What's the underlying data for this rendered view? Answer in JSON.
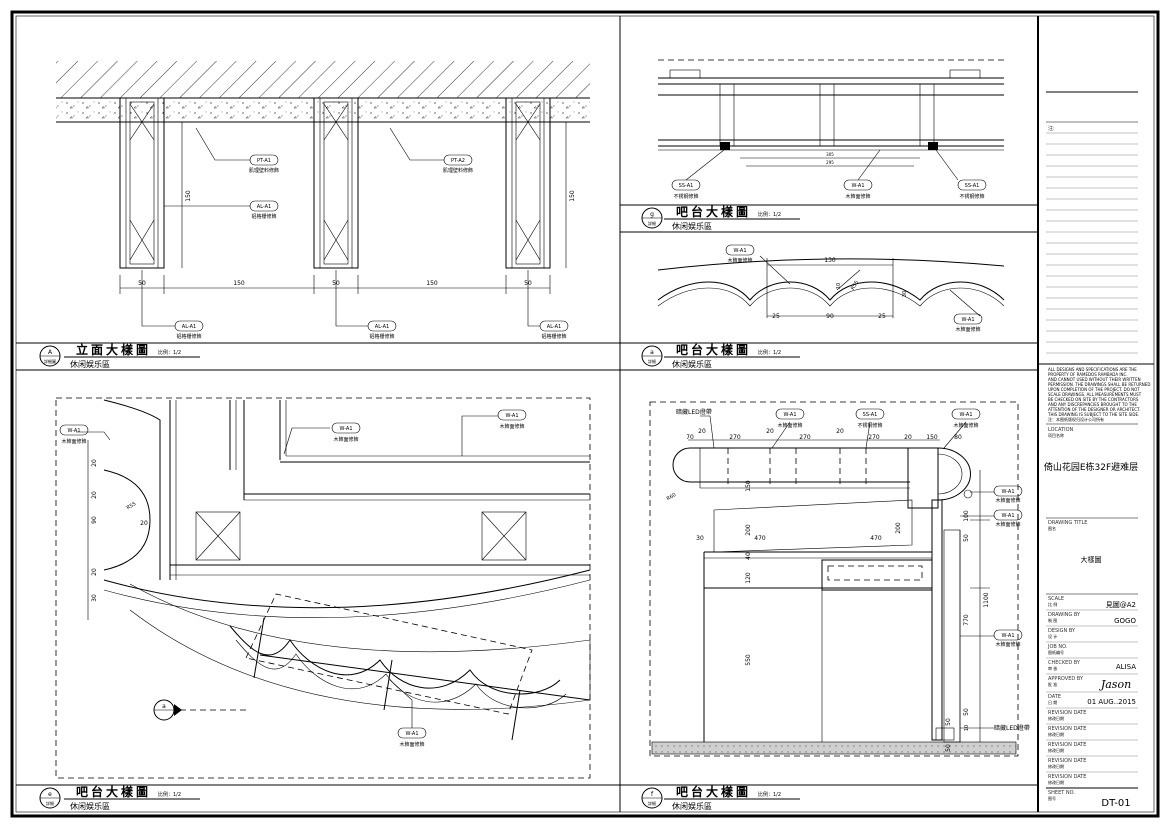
{
  "panels": {
    "A": {
      "title": "立面大樣圖",
      "scale": "比例：1/2",
      "subtitle": "休闲娱乐區",
      "bubble_letter": "A",
      "bubble_sheet": "詳細圖",
      "tags": [
        {
          "code": "PT-A1",
          "desc": "肌理壁料修飾"
        },
        {
          "code": "PT-A2",
          "desc": "肌理壁料修飾"
        },
        {
          "code": "AL-A1",
          "desc": "铝格栅修飾"
        },
        {
          "code": "AL-A1",
          "desc": "铝格栅修飾"
        },
        {
          "code": "AL-A1",
          "desc": "铝格栅修飾"
        },
        {
          "code": "AL-A1",
          "desc": "铝格栅修飾"
        }
      ],
      "dims": [
        "50",
        "150",
        "50",
        "150",
        "50",
        "150",
        "150"
      ]
    },
    "g": {
      "title": "吧台大樣圖",
      "scale": "比例：1/2",
      "subtitle": "休闲娱乐區",
      "bubble_letter": "g",
      "bubble_sheet": "詳細",
      "tags": [
        {
          "code": "SS-A1",
          "desc": "不锈钢修飾"
        },
        {
          "code": "W-A1",
          "desc": "木飾面修飾"
        },
        {
          "code": "SS-A1",
          "desc": "不锈钢修飾"
        }
      ],
      "dims": [
        "305",
        "295"
      ]
    },
    "a": {
      "title": "吧台大樣圖",
      "scale": "比例：1/2",
      "subtitle": "休闲娱乐區",
      "bubble_letter": "a",
      "bubble_sheet": "詳細",
      "tags": [
        {
          "code": "W-A1",
          "desc": "木飾面修飾"
        },
        {
          "code": "W-A1",
          "desc": "木飾面修飾"
        }
      ],
      "dims": [
        "130",
        "10",
        "R55",
        "30",
        "25",
        "90",
        "25"
      ]
    },
    "e": {
      "title": "吧台大樣圖",
      "scale": "比例：1/2",
      "subtitle": "休闲娱乐區",
      "bubble_letter": "e",
      "bubble_sheet": "詳細",
      "section_letter": "a",
      "tags": [
        {
          "code": "W-A1",
          "desc": "木飾面修飾"
        },
        {
          "code": "W-A1",
          "desc": "木飾面修飾"
        },
        {
          "code": "W-A1",
          "desc": "木飾面修飾"
        },
        {
          "code": "W-A1",
          "desc": "木飾面修飾"
        }
      ],
      "dims": [
        "20",
        "20",
        "90",
        "20",
        "30",
        "R55",
        "20"
      ]
    },
    "f": {
      "title": "吧台大樣圖",
      "scale": "比例：1/2",
      "subtitle": "休闲娱乐區",
      "bubble_letter": "f",
      "bubble_sheet": "詳細",
      "led_label": "暗藏LED燈帶",
      "tags": [
        {
          "code": "W-A1",
          "desc": "木飾面修飾"
        },
        {
          "code": "SS-A1",
          "desc": "不锈钢修飾"
        },
        {
          "code": "W-A1",
          "desc": "木飾面修飾"
        },
        {
          "code": "W-A1",
          "desc": "木飾面修飾"
        },
        {
          "code": "W-A1",
          "desc": "木飾面修飾"
        },
        {
          "code": "W-A1",
          "desc": "木飾面修飾"
        }
      ],
      "top_dims": [
        "70",
        "20",
        "270",
        "20",
        "270",
        "20",
        "270",
        "20",
        "150",
        "80"
      ],
      "dims": [
        "R60",
        "150",
        "200",
        "30",
        "470",
        "40",
        "470",
        "120",
        "550",
        "200",
        "100",
        "50",
        "1100",
        "770",
        "50",
        "10",
        "50",
        "50"
      ]
    }
  },
  "title_block": {
    "notes_label": "注:",
    "disclaimer": [
      "ALL DESIGNS AND SPECIFICATIONS ARE THE",
      "PROPERTY OF RAMEDOS RAMBADA INC.",
      "AND CANNOT USED WITHOUT THEIR WRITTEN",
      "PERMISSION. THE DRAWINGS SHALL BE RETURNED",
      "UPON COMPLETION OF THE PROJECT. DO NOT",
      "SCALE DRAWINGS. ALL MEASUREMENTS MUST",
      "BE CHECKED ON SITE BY THE CONTRACTORS",
      "AND ANY DISCREPANCIES BROUGHT TO THE",
      "ATTENTION OF THE DESIGNER OR ARCHITECT.",
      "THIS DRAWING IS SUBJECT TO THE SITE SIDE.",
      "注：本图纸版权归设计公司所有"
    ],
    "location_label": "LOCATION",
    "location_label_cn": "项目名称",
    "project_name": "倚山花园E栋32F避难层",
    "drawing_title_label": "DRAWING TITLE",
    "drawing_title_label_cn": "图名",
    "drawing_title": "大樣圖",
    "rows": [
      {
        "label": "SCALE",
        "label_cn": "比 例",
        "value": "見圖@A2"
      },
      {
        "label": "DRAWING BY",
        "label_cn": "制 图",
        "value": "GOGO"
      },
      {
        "label": "DESIGN BY",
        "label_cn": "设 计",
        "value": ""
      },
      {
        "label": "JOB NO.",
        "label_cn": "图纸编号",
        "value": ""
      },
      {
        "label": "CHECKED BY",
        "label_cn": "审 核",
        "value": "ALISA"
      },
      {
        "label": "APPROVED BY",
        "label_cn": "批 准",
        "value": "Jason"
      },
      {
        "label": "DATE",
        "label_cn": "日 期",
        "value": "01 AUG..2015"
      },
      {
        "label": "REVISION DATE",
        "label_cn": "修改日期",
        "value": ""
      },
      {
        "label": "REVISION DATE",
        "label_cn": "修改日期",
        "value": ""
      },
      {
        "label": "REVISION DATE",
        "label_cn": "修改日期",
        "value": ""
      },
      {
        "label": "REVISION DATE",
        "label_cn": "修改日期",
        "value": ""
      },
      {
        "label": "REVISION DATE",
        "label_cn": "修改日期",
        "value": ""
      }
    ],
    "sheet_label": "SHEET NO.",
    "sheet_label_cn": "图号",
    "sheet_no": "DT-01"
  }
}
